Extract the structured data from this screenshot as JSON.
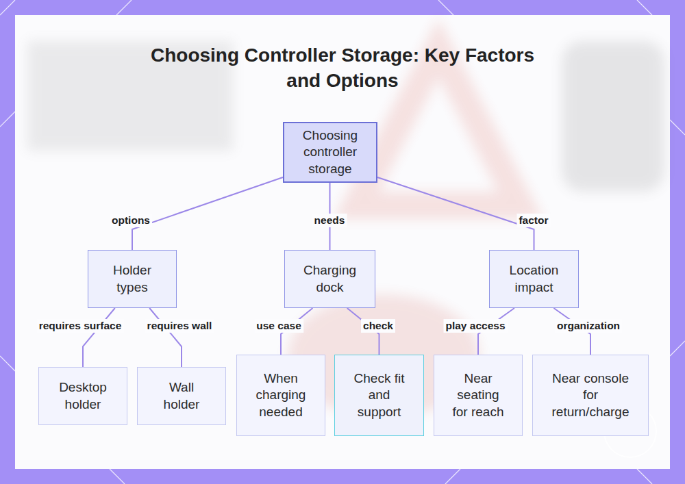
{
  "diagram": {
    "title": "Choosing Controller Storage: Key Factors and Options",
    "nodes": [
      {
        "text": [
          "Choosing controller storage"
        ]
      },
      {
        "text": [
          "Holder types"
        ]
      },
      {
        "text": [
          "Charging dock"
        ]
      },
      {
        "text": [
          "Location impact"
        ]
      },
      {
        "text": [
          "Desktop holder"
        ]
      },
      {
        "text": [
          "Wall holder"
        ]
      },
      {
        "text": [
          "When charging needed"
        ]
      },
      {
        "text": [
          "Check fit and support"
        ]
      },
      {
        "text": [
          "Near seating for reach"
        ]
      },
      {
        "text": [
          "Near console for return/charge"
        ]
      }
    ],
    "edges": [
      {
        "from": 0,
        "to": 1,
        "label": "options",
        "arrow": "none"
      },
      {
        "from": 0,
        "to": 2,
        "label": "needs",
        "arrow": "none"
      },
      {
        "from": 0,
        "to": 3,
        "label": "factor",
        "arrow": "none"
      },
      {
        "from": 1,
        "to": 4,
        "label": "requires surface",
        "arrow": "none"
      },
      {
        "from": 1,
        "to": 5,
        "label": "requires wall",
        "arrow": "none"
      },
      {
        "from": 2,
        "to": 6,
        "label": "use case",
        "arrow": "none"
      },
      {
        "from": 2,
        "to": 7,
        "label": "check",
        "arrow": "none"
      },
      {
        "from": 3,
        "to": 8,
        "label": "play access",
        "arrow": "none"
      },
      {
        "from": 3,
        "to": 9,
        "label": "organization",
        "arrow": "none"
      }
    ]
  }
}
